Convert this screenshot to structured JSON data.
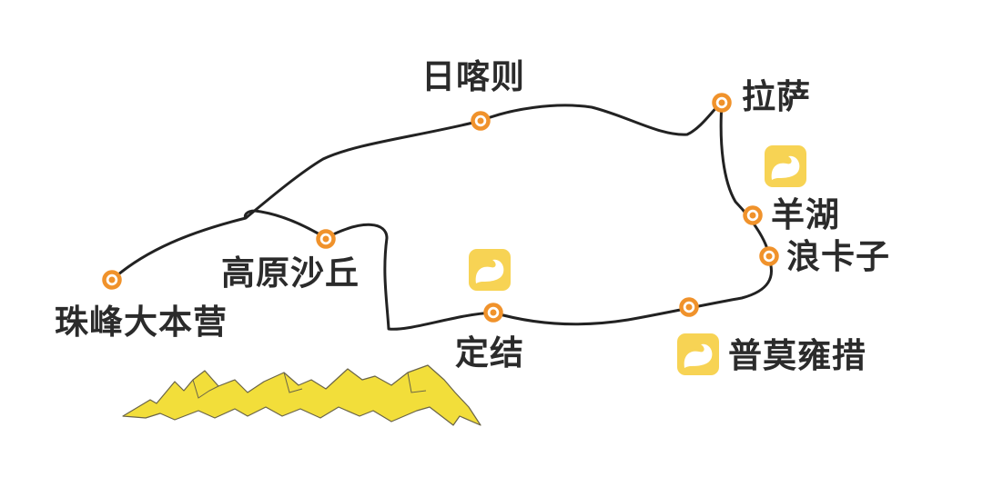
{
  "places": {
    "everest_base_camp": "珠峰大本营",
    "shigatse": "日喀则",
    "lhasa": "拉萨",
    "yamdrok_lake": "羊湖",
    "langkazi": "浪卡子",
    "pumoyongcuo": "普莫雍措",
    "dingjie": "定结",
    "plateau_dunes": "高原沙丘"
  },
  "icons": {
    "lake": "lake-icon",
    "stop": "route-stop-marker",
    "mountains": "mountain-range-icon"
  },
  "colors": {
    "route": "#222222",
    "stop_marker": "#f0922b",
    "lake_icon": "#f7d354",
    "mountains": "#f2de3a",
    "mountain_outline": "#6a6448",
    "label_text": "#2b2b2b"
  }
}
